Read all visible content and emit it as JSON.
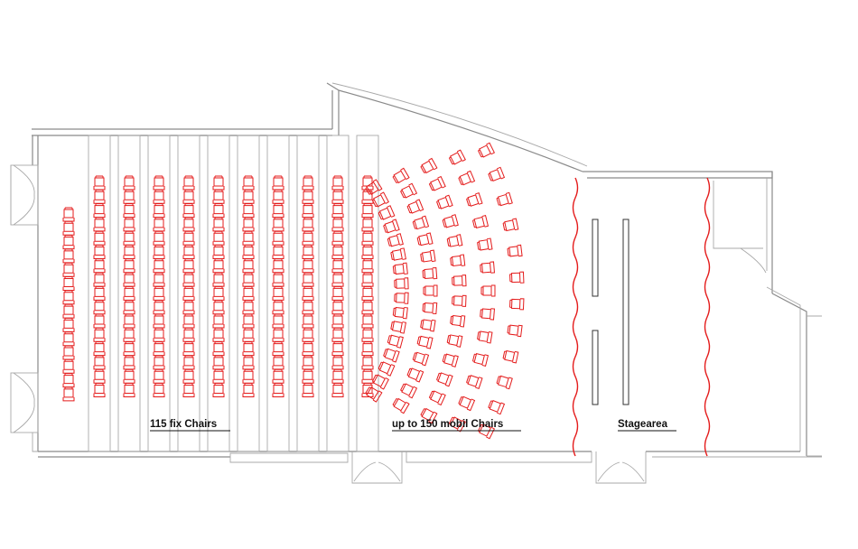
{
  "plan": {
    "labels": {
      "fixed_seating": "115 fix Chairs",
      "mobile_seating": "up to 150 mobil Chairs",
      "stage": "Stagearea"
    },
    "seating": {
      "fixed_columns": 10,
      "mobile_arcs": 5
    },
    "colors": {
      "chairs": "#e41b1b",
      "curtains": "#e41b1b",
      "walls": "#8a8a8a",
      "text": "#111111"
    }
  }
}
